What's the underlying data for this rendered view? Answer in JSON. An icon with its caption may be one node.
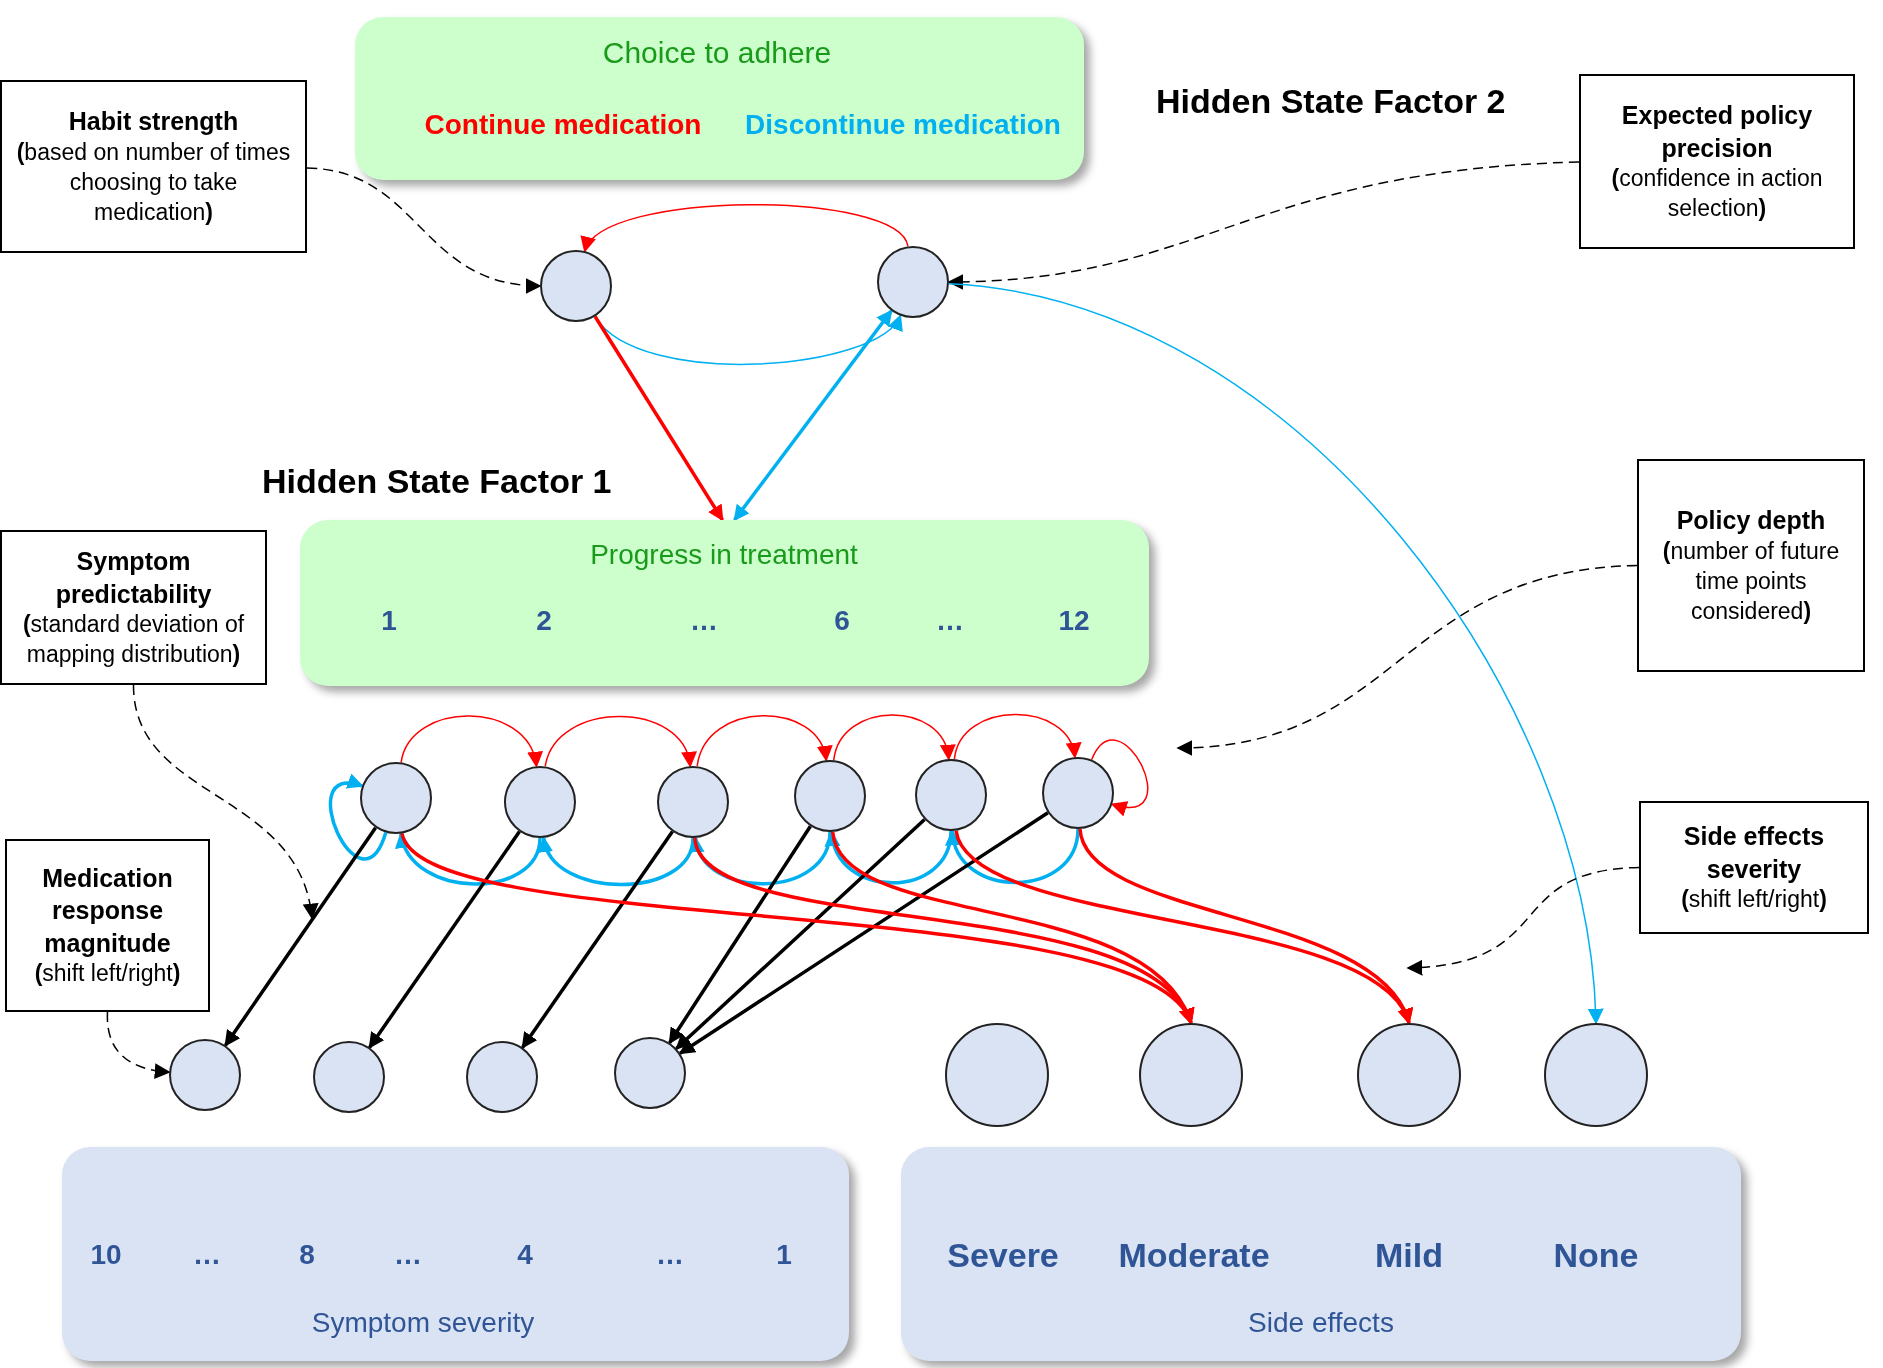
{
  "diagram": {
    "nodes": [
      {
        "text": [
          "Choice to adhere",
          "Continue medication",
          "Discontinue medication"
        ]
      },
      {
        "text": [
          "Habit strength",
          "**(**based on number of times choosing to take medication**)**"
        ]
      },
      {
        "text": [
          "Expected policy precision",
          "**(**confidence in action selection**)**"
        ]
      },
      {
        "text": [],
        "shape": "circle"
      },
      {
        "text": [],
        "shape": "circle"
      },
      {
        "text": [
          "Progress in treatment",
          "1",
          "2",
          "…",
          "6",
          "…",
          "12"
        ]
      },
      {
        "text": [
          "Symptom predictability",
          "**(**standard deviation of mapping distribution**)**"
        ]
      },
      {
        "text": [
          "Policy depth",
          "**(**number of future time points considered**)**"
        ]
      },
      {
        "text": [],
        "shape": "circle"
      },
      {
        "text": [],
        "shape": "circle"
      },
      {
        "text": [],
        "shape": "circle"
      },
      {
        "text": [],
        "shape": "circle"
      },
      {
        "text": [],
        "shape": "circle"
      },
      {
        "text": [],
        "shape": "circle"
      },
      {
        "text": [
          "Medication response magnitude",
          "**(**shift left/right**)**"
        ]
      },
      {
        "text": [
          "Side effects severity",
          "**(**shift left/right**)**"
        ]
      },
      {
        "text": [],
        "shape": "circle"
      },
      {
        "text": [],
        "shape": "circle"
      },
      {
        "text": [],
        "shape": "circle"
      },
      {
        "text": [],
        "shape": "circle"
      },
      {
        "text": [],
        "shape": "circle"
      },
      {
        "text": [],
        "shape": "circle"
      },
      {
        "text": [],
        "shape": "circle"
      },
      {
        "text": [],
        "shape": "circle"
      },
      {
        "text": [
          "10",
          "…",
          "8",
          "…",
          "4",
          "…",
          "1",
          "Symptom severity"
        ]
      },
      {
        "text": [
          "Severe",
          "Moderate",
          "Mild",
          "None",
          "Side effects"
        ]
      }
    ],
    "edges": [
      {
        "from": 4,
        "to": 3,
        "arrow": "to",
        "color": "#ff0000"
      },
      {
        "from": 3,
        "to": 4,
        "arrow": "to",
        "color": "#00b0f0"
      },
      {
        "from": 3,
        "to": 5,
        "arrow": "to",
        "color": "#ff0000"
      },
      {
        "from": 5,
        "to": 4,
        "arrow": "both",
        "color": "#00b0f0"
      },
      {
        "from": 1,
        "to": 3,
        "arrow": "to",
        "color": "#000000",
        "style": "dashed"
      },
      {
        "from": 2,
        "to": 4,
        "arrow": "to",
        "color": "#000000",
        "style": "dashed"
      },
      {
        "from": 4,
        "to": 23,
        "arrow": "to",
        "color": "#00b0f0"
      },
      {
        "from": 8,
        "to": 9,
        "arrow": "to",
        "color": "#ff0000"
      },
      {
        "from": 9,
        "to": 10,
        "arrow": "to",
        "color": "#ff0000"
      },
      {
        "from": 10,
        "to": 11,
        "arrow": "to",
        "color": "#ff0000"
      },
      {
        "from": 11,
        "to": 12,
        "arrow": "to",
        "color": "#ff0000"
      },
      {
        "from": 12,
        "to": 13,
        "arrow": "to",
        "color": "#ff0000"
      },
      {
        "from": 13,
        "to": 13,
        "arrow": "to",
        "color": "#ff0000"
      },
      {
        "from": 8,
        "to": 8,
        "arrow": "to",
        "color": "#00b0f0"
      },
      {
        "from": 9,
        "to": 8,
        "arrow": "to",
        "color": "#00b0f0"
      },
      {
        "from": 10,
        "to": 9,
        "arrow": "to",
        "color": "#00b0f0"
      },
      {
        "from": 11,
        "to": 10,
        "arrow": "to",
        "color": "#00b0f0"
      },
      {
        "from": 12,
        "to": 11,
        "arrow": "to",
        "color": "#00b0f0"
      },
      {
        "from": 13,
        "to": 12,
        "arrow": "to",
        "color": "#00b0f0"
      },
      {
        "from": 8,
        "to": 16,
        "arrow": "to",
        "color": "#000000"
      },
      {
        "from": 9,
        "to": 17,
        "arrow": "to",
        "color": "#000000"
      },
      {
        "from": 10,
        "to": 18,
        "arrow": "to",
        "color": "#000000"
      },
      {
        "from": 11,
        "to": 19,
        "arrow": "to",
        "color": "#000000"
      },
      {
        "from": 12,
        "to": 19,
        "arrow": "to",
        "color": "#000000"
      },
      {
        "from": 13,
        "to": 19,
        "arrow": "to",
        "color": "#000000"
      },
      {
        "from": 8,
        "to": 21,
        "arrow": "to",
        "color": "#ff0000"
      },
      {
        "from": 10,
        "to": 21,
        "arrow": "to",
        "color": "#ff0000"
      },
      {
        "from": 11,
        "to": 21,
        "arrow": "to",
        "color": "#ff0000"
      },
      {
        "from": 12,
        "to": 22,
        "arrow": "to",
        "color": "#ff0000"
      },
      {
        "from": 13,
        "to": 22,
        "arrow": "to",
        "color": "#ff0000"
      },
      {
        "from": 6,
        "to": null,
        "arrow": "to",
        "color": "#000000",
        "style": "dashed"
      },
      {
        "from": 14,
        "to": 16,
        "arrow": "to",
        "color": "#000000",
        "style": "dashed"
      },
      {
        "from": 7,
        "to": null,
        "arrow": "to",
        "color": "#000000",
        "style": "dashed"
      },
      {
        "from": 15,
        "to": null,
        "arrow": "to",
        "color": "#000000",
        "style": "dashed"
      }
    ],
    "labels": [
      "Hidden State Factor 2",
      "Hidden State Factor 1"
    ]
  }
}
